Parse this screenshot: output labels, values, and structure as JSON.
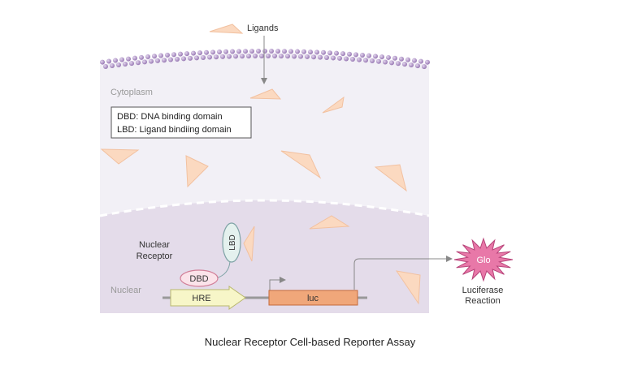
{
  "labels": {
    "ligands": "Ligands",
    "cytoplasm": "Cytoplasm",
    "legend_line1": "DBD: DNA binding domain",
    "legend_line2": "LBD: Ligand bindiing domain",
    "nuclear_receptor_line1": "Nuclear",
    "nuclear_receptor_line2": "Receptor",
    "lbd": "LBD",
    "dbd": "DBD",
    "nuclear": "Nuclear",
    "hre": "HRE",
    "luc": "luc",
    "glo": "Glo",
    "luciferase_line1": "Luciferase",
    "luciferase_line2": "Reaction"
  },
  "caption": "Nuclear Receptor Cell-based Reporter Assay",
  "colors": {
    "cytoplasm_fill": "#f2f0f6",
    "nucleus_fill": "#e4dcea",
    "membrane_bead": "#a98bc0",
    "ligand_fill": "#fbd9c0",
    "lbd_fill": "#e4f1ee",
    "lbd_stroke": "#7fa3a6",
    "dbd_fill": "#fbe3ea",
    "dbd_stroke": "#d27f98",
    "hre_fill": "#f7f6c8",
    "hre_stroke": "#b9b86e",
    "luc_fill": "#f0a77a",
    "luc_stroke": "#c56a3b",
    "glo_fill": "#e878a8",
    "glo_stroke": "#b8457a",
    "arrow": "#888888"
  }
}
